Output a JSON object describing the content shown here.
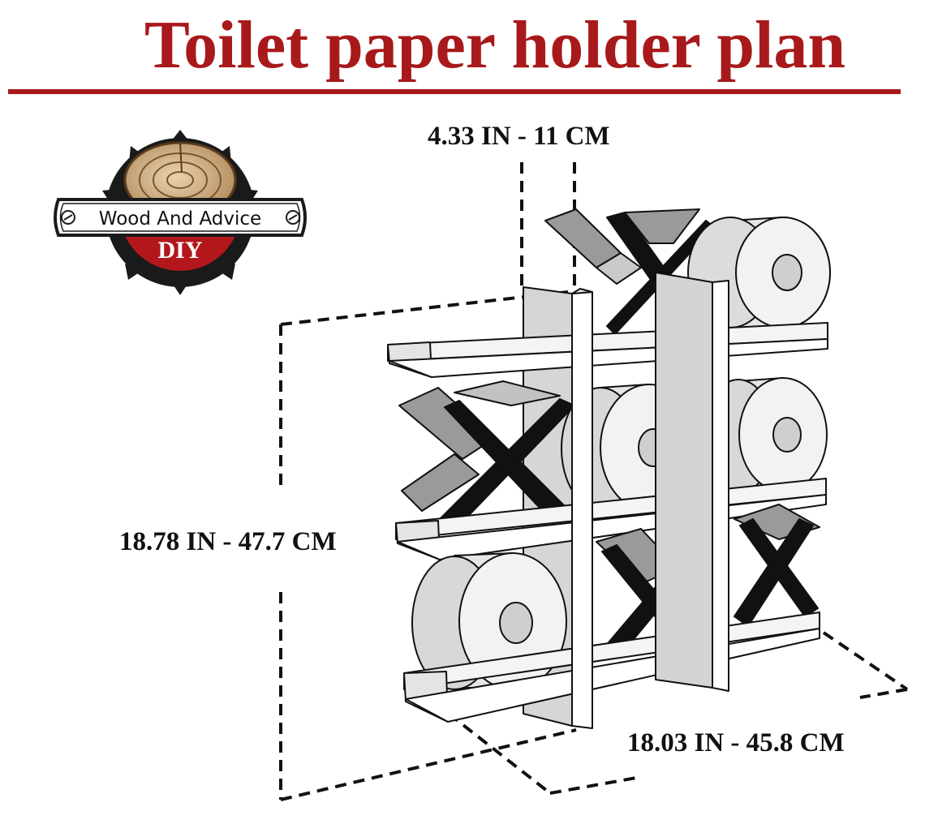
{
  "title": "Toilet paper holder plan",
  "dimensions": {
    "depth": "4.33 IN - 11 CM",
    "height": "18.78 IN - 47.7 CM",
    "width": "18.03 IN - 45.8 CM"
  },
  "logo": {
    "brand": "Wood And Advice",
    "badge": "DIY",
    "icon": "saw-blade-log-icon"
  },
  "colors": {
    "title": "#a8191b",
    "badge": "#b3171b",
    "ink": "#111111"
  }
}
